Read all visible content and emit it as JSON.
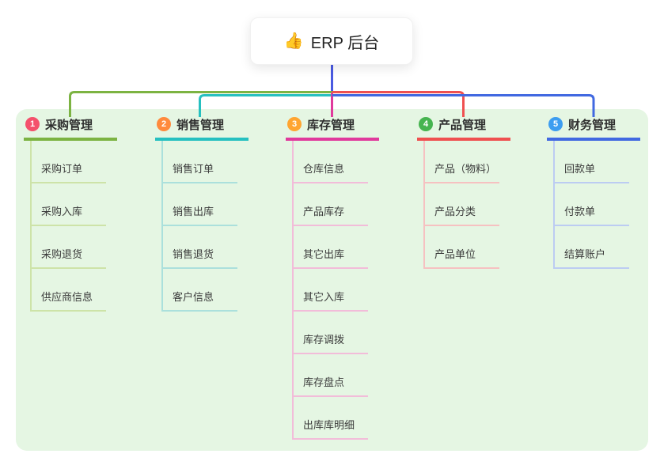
{
  "root": {
    "icon": "👍",
    "title": "ERP 后台"
  },
  "colors": {
    "stem": "#4a5ae1",
    "panel_bg": "#e5f6e3"
  },
  "branches": [
    {
      "num": "1",
      "title": "采购管理",
      "color": "#7cb342",
      "light": "#cde3a8",
      "badge": "#f4516c",
      "children": [
        "采购订单",
        "采购入库",
        "采购退货",
        "供应商信息"
      ]
    },
    {
      "num": "2",
      "title": "销售管理",
      "color": "#26c0c0",
      "light": "#abe0dc",
      "badge": "#ff8a3d",
      "children": [
        "销售订单",
        "销售出库",
        "销售退货",
        "客户信息"
      ]
    },
    {
      "num": "3",
      "title": "库存管理",
      "color": "#e03a9c",
      "light": "#f2bcd9",
      "badge": "#ffa531",
      "children": [
        "仓库信息",
        "产品库存",
        "其它出库",
        "其它入库",
        "库存调拨",
        "库存盘点",
        "出库库明细"
      ]
    },
    {
      "num": "4",
      "title": "产品管理",
      "color": "#ef5050",
      "light": "#f6c1c1",
      "badge": "#46b450",
      "children": [
        "产品（物料）",
        "产品分类",
        "产品单位"
      ]
    },
    {
      "num": "5",
      "title": "财务管理",
      "color": "#4169e1",
      "light": "#bcccf2",
      "badge": "#3d9df0",
      "children": [
        "回款单",
        "付款单",
        "结算账户"
      ]
    }
  ]
}
